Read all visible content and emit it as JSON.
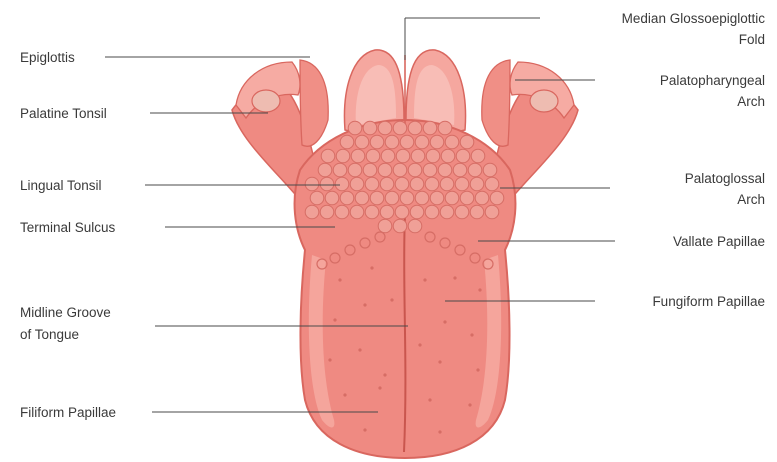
{
  "colors": {
    "tongue_base": "#ef8a82",
    "tongue_edge": "#d9675f",
    "tongue_highlight": "#f6aba3",
    "bumps": "#f0a097",
    "bump_edge": "#d66d65",
    "tonsil_fill": "#eebcb1",
    "leader_line": "#4a4a4a",
    "label_text": "#3a3a3a"
  },
  "labels": {
    "epiglottis": "Epiglottis",
    "palatine_tonsil": "Palatine Tonsil",
    "lingual_tonsil": "Lingual Tonsil",
    "terminal_sulcus": "Terminal Sulcus",
    "midline_groove_line1": "Midline Groove",
    "midline_groove_line2": "of Tongue",
    "filiform_papillae": "Filiform Papillae",
    "median_fold_line1": "Median Glossoepiglottic",
    "median_fold_line2": "Fold",
    "palatopharyngeal_line1": "Palatopharyngeal",
    "palatopharyngeal_line2": "Arch",
    "palatoglossal_line1": "Palatoglossal",
    "palatoglossal_line2": "Arch",
    "vallate_papillae": "Vallate Papillae",
    "fungiform_papillae": "Fungiform Papillae"
  }
}
